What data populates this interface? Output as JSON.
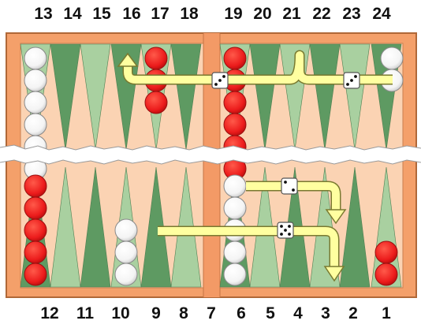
{
  "top_numbers": [
    "13",
    "14",
    "15",
    "16",
    "17",
    "18",
    "19",
    "20",
    "21",
    "22",
    "23",
    "24"
  ],
  "bottom_numbers": [
    "12",
    "11",
    "10",
    "9",
    "8",
    "7",
    "6",
    "5",
    "4",
    "3",
    "2",
    "1"
  ],
  "colors": {
    "frame": "#f4a06a",
    "frame_edge": "#b06838",
    "bar": "#f39a66",
    "board": "#fbd3b3",
    "point_dark": "#5e9a62",
    "point_light": "#a9d0a0",
    "white_checker": "#ffffff",
    "red_checker": "#ec1c1c",
    "arrow": "#ffffa0",
    "arrow_edge": "#7a7a30"
  },
  "checkers": [
    {
      "point": 13,
      "color": "white",
      "count": 6
    },
    {
      "point": 17,
      "color": "red",
      "count": 3
    },
    {
      "point": 19,
      "color": "red",
      "count": 6
    },
    {
      "point": 24,
      "color": "white",
      "count": 2
    },
    {
      "point": 12,
      "color": "red",
      "count": 5
    },
    {
      "point": 9,
      "color": "white",
      "count": 3
    },
    {
      "point": 6,
      "color": "white",
      "count": 5
    },
    {
      "point": 1,
      "color": "red",
      "count": 2
    }
  ],
  "dice": [
    {
      "id": "die-top-left",
      "value": 3
    },
    {
      "id": "die-top-right",
      "value": 3
    },
    {
      "id": "die-bottom-upper",
      "value": 2
    },
    {
      "id": "die-bottom-lower",
      "value": 5
    }
  ]
}
